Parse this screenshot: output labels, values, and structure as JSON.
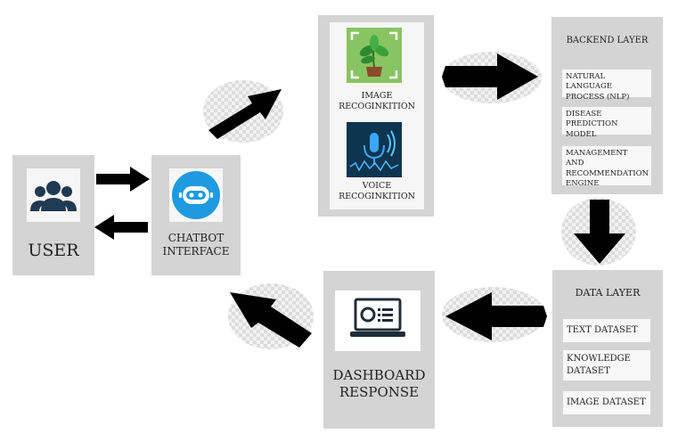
{
  "user": {
    "label": "USER"
  },
  "chatbot": {
    "label_line1": "CHATBOT",
    "label_line2": "INTERFACE"
  },
  "recognition": {
    "image_line1": "IMAGE",
    "image_line2": "RECOGINKITION",
    "voice_line1": "VOICE",
    "voice_line2": "RECOGINKITION"
  },
  "backend": {
    "title": "BACKEND LAYER",
    "items": [
      "NATURAL LANGUAGE PROCESS (NLP)",
      "DISEASE PREDICTION MODEL",
      "MANAGEMENT AND RECOMMENDATION ENGINE"
    ]
  },
  "data_layer": {
    "title": "DATA LAYER",
    "items": [
      "TEXT DATASET",
      "KNOWLEDGE DATASET",
      "IMAGE DATASET"
    ]
  },
  "dashboard": {
    "label_line1": "DASHBOARD",
    "label_line2": "RESPONSE"
  },
  "colors": {
    "box_fill": "#d4d4d4",
    "chatbot_icon": "#1e9be0",
    "user_icon": "#1f3a52",
    "arrow": "#000000"
  },
  "icons": [
    "users-icon",
    "robot-icon",
    "plant-icon",
    "voice-wave-icon",
    "laptop-dashboard-icon"
  ]
}
